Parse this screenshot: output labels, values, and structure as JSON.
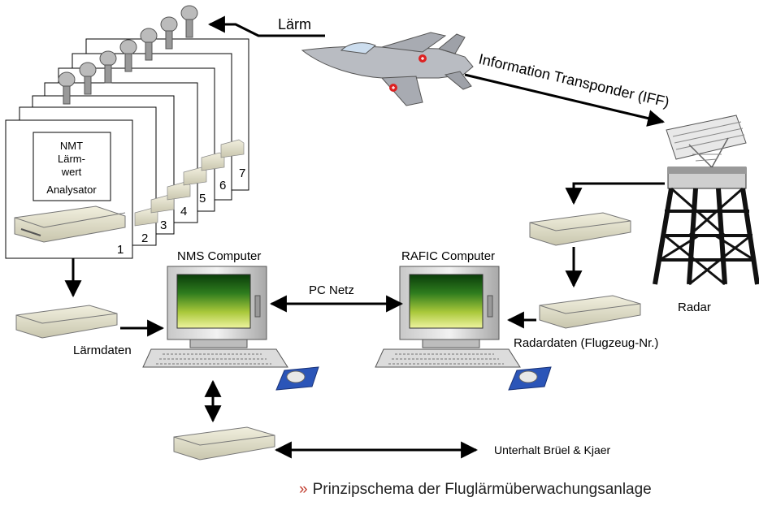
{
  "labels": {
    "noise": "Lärm",
    "transponder": "Information Transponder (IFF)",
    "analyzer_l1": "NMT",
    "analyzer_l2": "Lärm-",
    "analyzer_l3": "wert",
    "analyzer_l4": "Analysator",
    "nms_computer": "NMS Computer",
    "rafic_computer": "RAFIC Computer",
    "pc_network": "PC Netz",
    "radar": "Radar",
    "noise_data": "Lärmdaten",
    "radar_data": "Radardaten (Flugzeug-Nr.)",
    "maintenance": "Unterhalt Brüel & Kjaer"
  },
  "card_numbers": [
    "1",
    "2",
    "3",
    "4",
    "5",
    "6",
    "7"
  ],
  "caption": {
    "bullet": "»",
    "text": "Prinzipschema der Fluglärmüberwachungsanlage"
  },
  "colors": {
    "screen_top": "#0a3d0a",
    "screen_bottom": "#eef3a0",
    "mousepad": "#2b55b8",
    "device": "#e4e1cc"
  }
}
